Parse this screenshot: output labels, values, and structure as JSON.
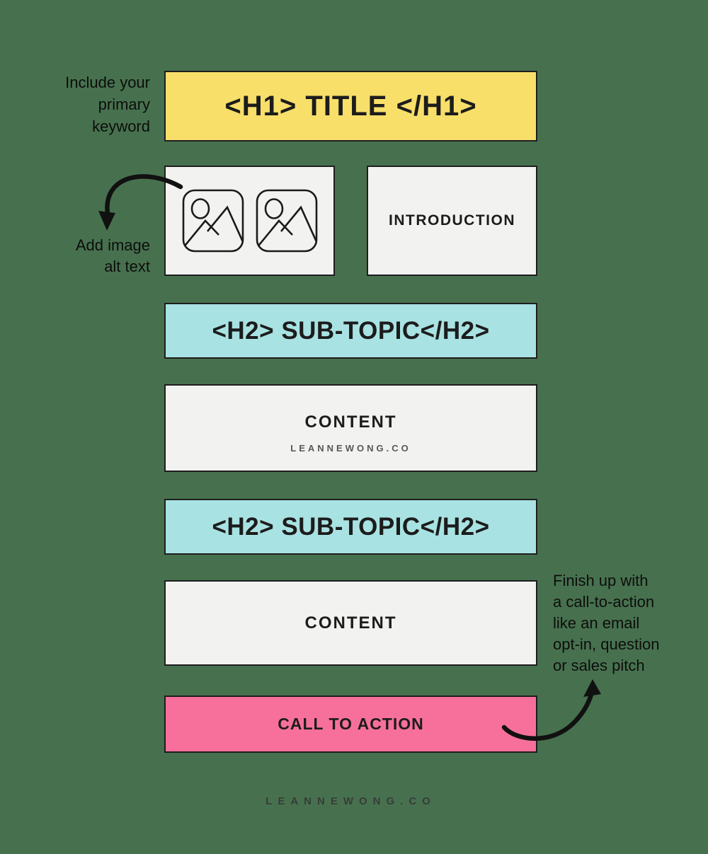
{
  "background_color": "#47714E",
  "annotations": {
    "keyword": {
      "lines": [
        "Include your",
        "primary",
        "keyword"
      ]
    },
    "alt": {
      "lines": [
        "Add image",
        "alt text"
      ]
    },
    "cta_note": {
      "lines": [
        "Finish up with",
        "a call-to-action",
        "like an email",
        "opt-in, question",
        "or sales pitch"
      ]
    }
  },
  "blocks": {
    "h1": {
      "label": "<H1> TITLE </H1>",
      "bg": "#F8DF6A"
    },
    "introduction": {
      "label": "INTRODUCTION",
      "bg": "#F2F2F0"
    },
    "h2_first": {
      "label": "<H2> SUB-TOPIC</H2>",
      "bg": "#A9E2E2"
    },
    "content_first": {
      "label": "CONTENT",
      "watermark": "LEANNEWONG.CO",
      "bg": "#F2F2F0"
    },
    "h2_second": {
      "label": "<H2> SUB-TOPIC</H2>",
      "bg": "#A9E2E2"
    },
    "content_second": {
      "label": "CONTENT",
      "bg": "#F2F2F0"
    },
    "cta": {
      "label": "CALL TO ACTION",
      "bg": "#F7709C"
    }
  },
  "icons": {
    "image_placeholder": "image-placeholder-icon"
  },
  "footer": {
    "label": "LEANNEWONG.CO"
  }
}
